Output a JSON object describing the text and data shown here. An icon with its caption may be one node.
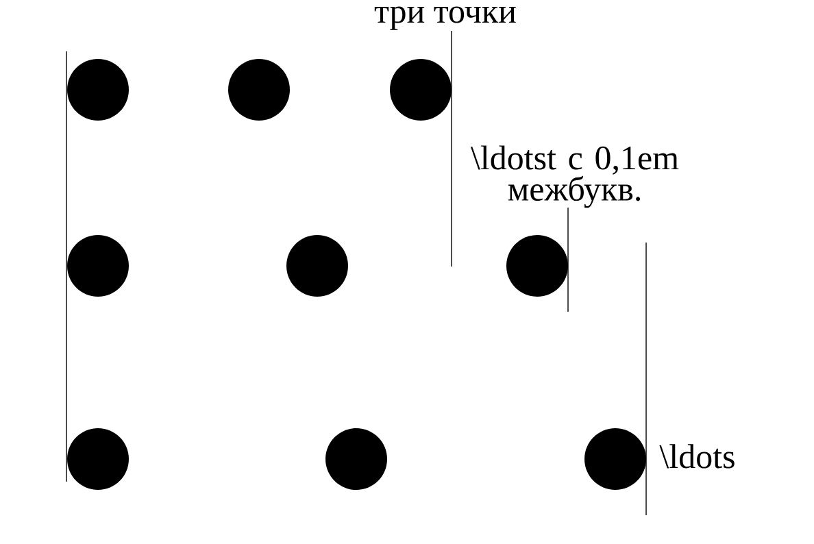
{
  "diagram": {
    "nodes": [
      {
        "text": [],
        "shape": "circle"
      },
      {
        "text": [],
        "shape": "circle"
      },
      {
        "text": [],
        "shape": "circle"
      },
      {
        "text": [],
        "shape": "circle"
      },
      {
        "text": [],
        "shape": "circle"
      },
      {
        "text": [],
        "shape": "circle"
      },
      {
        "text": [],
        "shape": "circle"
      },
      {
        "text": [],
        "shape": "circle"
      },
      {
        "text": [],
        "shape": "circle"
      }
    ],
    "labels": [
      "три точки",
      "\\ldotst с 0,1em межбукв.",
      "\\ldots"
    ]
  }
}
